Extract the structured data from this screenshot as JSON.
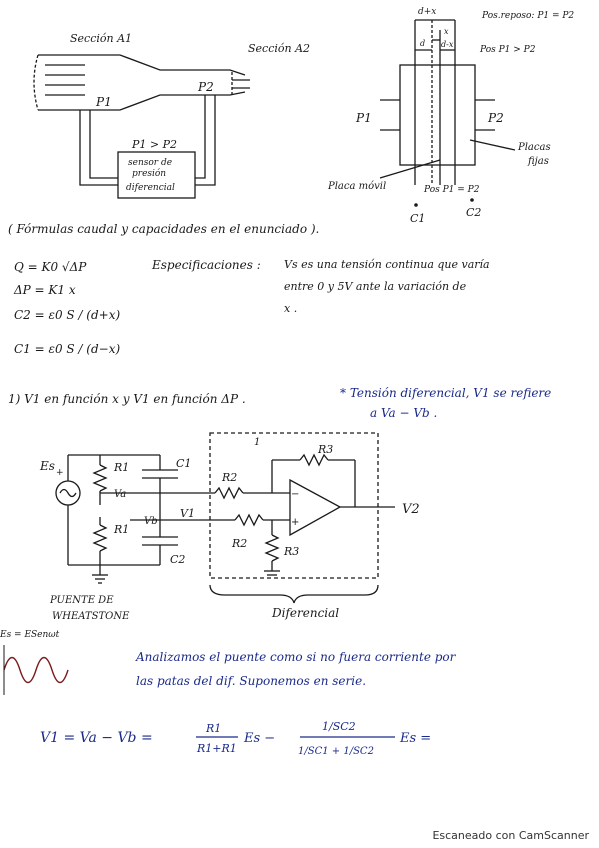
{
  "diagram_pipe": {
    "section_a1": "Sección A1",
    "section_a2": "Sección A2",
    "p1": "P1",
    "p2": "P2",
    "p1_gt_p2": "P1 > P2",
    "sensor_line1": "sensor de",
    "sensor_line2": "presión",
    "sensor_line3": "diferencial"
  },
  "diagram_capacitor": {
    "d_plus_x": "d+x",
    "x_label": "x",
    "d_minus_x": "d-x",
    "d_left": "d",
    "rest_position": "Pos.reposo: P1 = P2",
    "pos_p1_gt_p2": "Pos P1 > P2",
    "p1": "P1",
    "p2": "P2",
    "fixed_plates_1": "Placas",
    "fixed_plates_2": "fijas",
    "mobile_plate": "Placa móvil",
    "pos_p1_eq_p2": "Pos P1 = P2",
    "c1": "C1",
    "c2": "C2"
  },
  "intro": "( Fórmulas caudal y capacidades en el enunciado ).",
  "formulas": {
    "q": "Q = K0 √ΔP",
    "dp": "ΔP = K1 x",
    "c2": "C2 = ε0 S / (d+x)",
    "c1": "C1 = ε0 S / (d−x)"
  },
  "specs": {
    "title": "Especificaciones :",
    "line1": "Vs es una tensión continua que varía",
    "line2": "entre  0 y 5V  ante la variación de",
    "line3": "x ."
  },
  "question": "1)  V1 en función x   y  V1 en función ΔP .",
  "note": {
    "line1": "* Tensión diferencial, V1 se refiere",
    "line2": "a Va − Vb ."
  },
  "circuit": {
    "es": "Es",
    "r1_top": "R1",
    "r1_bottom": "R1",
    "va": "Va",
    "vb": "Vb",
    "c1": "C1",
    "c2": "C2",
    "r2_top": "R2",
    "r2_bottom": "R2",
    "v1": "V1",
    "r3_top": "R3",
    "r3_bottom": "R3",
    "v2": "V2",
    "block_num": "1",
    "bridge_1": "PUENTE DE",
    "bridge_2": "WHEATSTONE",
    "differential": "Diferencial",
    "source_eq": "Es = ESenωt"
  },
  "analysis": {
    "line1": "Analizamos el puente como si no fuera corriente por",
    "line2": "las patas del dif. Suponemos en serie."
  },
  "final_eq": {
    "lhs": "V1 = Va − Vb =",
    "frac1_num": "R1",
    "frac1_den": "R1+R1",
    "es1": "Es  −",
    "frac2_num": "1/SC2",
    "frac2_den": "1/SC1 + 1/SC2",
    "es2": "Es   ="
  },
  "footer": "Escaneado con CamScanner"
}
